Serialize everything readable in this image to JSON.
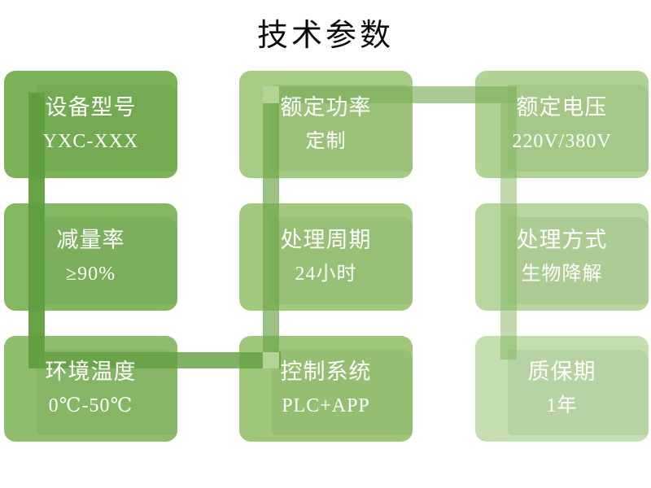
{
  "title": "技术参数",
  "background_color": "#ffffff",
  "text_color": "#ffffff",
  "cards": [
    {
      "label": "设备型号",
      "value": "YXC-XXX",
      "color": "#7BB258"
    },
    {
      "label": "额定功率",
      "value": "定制",
      "color": "#A6CC83"
    },
    {
      "label": "额定电压",
      "value": "220V/380V",
      "color": "#B0D292"
    },
    {
      "label": "减量率",
      "value": "≥90%",
      "color": "#84B762"
    },
    {
      "label": "处理周期",
      "value": "24小时",
      "color": "#A2C97E"
    },
    {
      "label": "处理方式",
      "value": "生物降解",
      "color": "#B8D79E"
    },
    {
      "label": "环境温度",
      "value": "0℃-50℃",
      "color": "#8EBE6C"
    },
    {
      "label": "控制系统",
      "value": "PLC+APP",
      "color": "#9FC77A"
    },
    {
      "label": "质保期",
      "value": "1年",
      "color": "#C4DEAF"
    }
  ],
  "connector": {
    "segments": [
      {
        "name": "left-column-down",
        "color": "rgba(95,158,60,0.95)"
      },
      {
        "name": "bottom-row-right",
        "color": "rgba(100,160,66,0.82)"
      },
      {
        "name": "middle-column-up",
        "color": "rgba(110,167,74,0.69)"
      },
      {
        "name": "top-row-right",
        "color": "rgba(125,175,90,0.66)"
      },
      {
        "name": "right-column-down",
        "color": "rgba(130,180,95,0.5)"
      }
    ],
    "corner_color": "#B3D294"
  }
}
